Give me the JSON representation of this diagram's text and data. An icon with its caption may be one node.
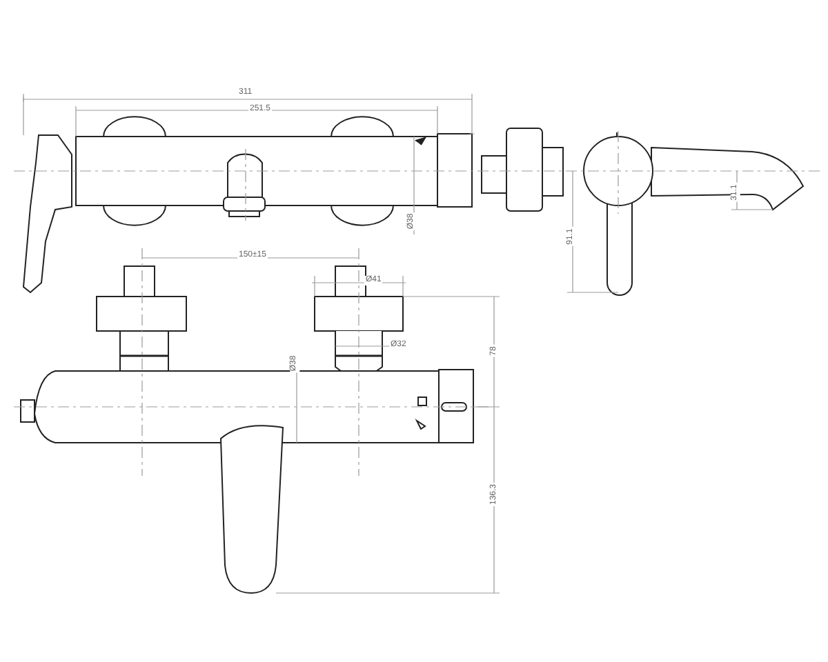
{
  "diagram": {
    "labels": [
      "311",
      "251.5",
      "Ø38",
      "31.1",
      "91.1",
      "150±15",
      "Ø41",
      "Ø32",
      "Ø38",
      "78",
      "136.3"
    ]
  }
}
